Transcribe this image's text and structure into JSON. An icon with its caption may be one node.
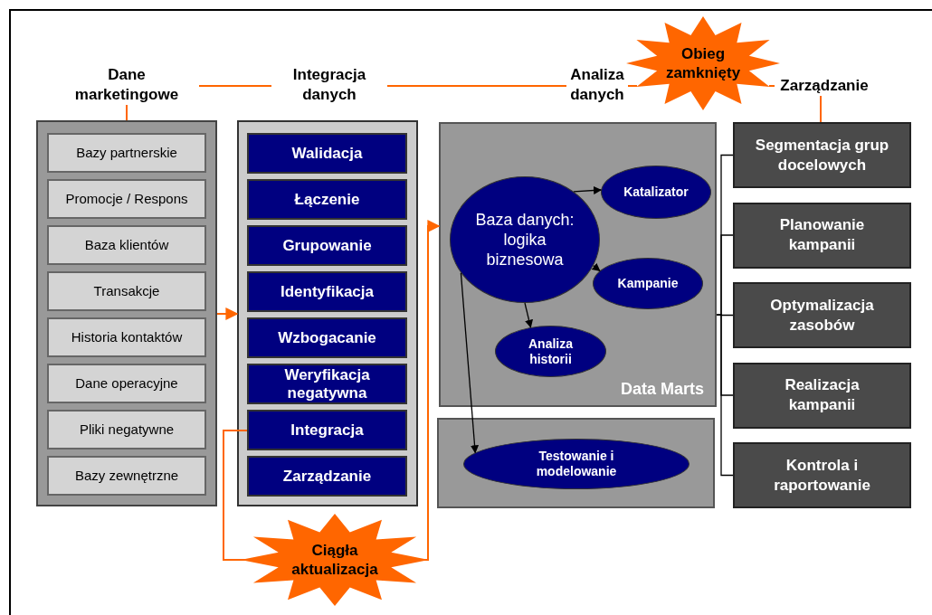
{
  "diagram": {
    "nodes": [
      {
        "text": [
          "Dane marketingowe"
        ]
      },
      {
        "text": [
          "Integracja danych"
        ]
      },
      {
        "text": [
          "Analiza danych"
        ]
      },
      {
        "text": [
          "Obieg zamknięty"
        ]
      },
      {
        "text": [
          "Zarządzanie"
        ]
      },
      {
        "text": [],
        "shape": "box"
      },
      {
        "text": [
          "Bazy partnerskie"
        ],
        "in": 5
      },
      {
        "text": [
          "Promocje / Respons"
        ],
        "in": 5
      },
      {
        "text": [
          "Baza klientów"
        ],
        "in": 5
      },
      {
        "text": [
          "Transakcje"
        ],
        "in": 5
      },
      {
        "text": [
          "Historia kontaktów"
        ],
        "in": 5
      },
      {
        "text": [
          "Dane operacyjne"
        ],
        "in": 5
      },
      {
        "text": [
          "Pliki negatywne"
        ],
        "in": 5
      },
      {
        "text": [
          "Bazy zewnętrzne"
        ],
        "in": 5
      },
      {
        "text": [],
        "shape": "box"
      },
      {
        "text": [
          "Walidacja"
        ],
        "in": 14
      },
      {
        "text": [
          "Łączenie"
        ],
        "in": 14
      },
      {
        "text": [
          "Grupowanie"
        ],
        "in": 14
      },
      {
        "text": [
          "Identyfikacja"
        ],
        "in": 14
      },
      {
        "text": [
          "Wzbogacanie"
        ],
        "in": 14
      },
      {
        "text": [
          "Weryfikacja negatywna"
        ],
        "in": 14
      },
      {
        "text": [
          "Integracja"
        ],
        "in": 14
      },
      {
        "text": [
          "Zarządzanie"
        ],
        "in": 14
      },
      {
        "text": [
          "Data Marts"
        ]
      },
      {
        "text": [
          "Baza danych: logika biznesowa"
        ],
        "in": 23
      },
      {
        "text": [
          "Katalizator"
        ],
        "in": 23
      },
      {
        "text": [
          "Kampanie"
        ],
        "in": 23
      },
      {
        "text": [
          "Analiza historii"
        ],
        "in": 23
      },
      {
        "text": [],
        "shape": "box"
      },
      {
        "text": [
          "Testowanie i modelowanie"
        ],
        "in": 28
      },
      {
        "text": [
          "Ciągła aktualizacja"
        ]
      },
      {
        "text": [
          "Segmentacja grup docelowych"
        ]
      },
      {
        "text": [
          "Planowanie kampanii"
        ]
      },
      {
        "text": [
          "Optymalizacja zasobów"
        ]
      },
      {
        "text": [
          "Realizacja kampanii"
        ]
      },
      {
        "text": [
          "Kontrola i raportowanie"
        ]
      }
    ],
    "edges": [
      {
        "from": 0,
        "to": 1,
        "arrow": "none",
        "color": "#ff6600"
      },
      {
        "from": 1,
        "to": 2,
        "arrow": "none",
        "color": "#ff6600"
      },
      {
        "from": 2,
        "to": 3,
        "arrow": "none",
        "color": "#ff6600"
      },
      {
        "from": 3,
        "to": 4,
        "arrow": "none",
        "color": "#ff6600"
      },
      {
        "from": 0,
        "to": 5,
        "arrow": "none",
        "color": "#ff6600"
      },
      {
        "from": 4,
        "to": 31,
        "arrow": "none",
        "color": "#ff6600"
      },
      {
        "from": 5,
        "to": 14,
        "arrow": "to",
        "color": "#ff6600"
      },
      {
        "from": 21,
        "to": 30,
        "arrow": "none",
        "color": "#ff6600"
      },
      {
        "from": 30,
        "to": 23,
        "arrow": "to",
        "color": "#ff6600"
      },
      {
        "from": 24,
        "to": 25,
        "arrow": "to",
        "color": "#000000"
      },
      {
        "from": 24,
        "to": 26,
        "arrow": "to",
        "color": "#000000"
      },
      {
        "from": 24,
        "to": 27,
        "arrow": "to",
        "color": "#000000"
      },
      {
        "from": 24,
        "to": 29,
        "arrow": "to",
        "color": "#000000"
      },
      {
        "from": 23,
        "to": 31,
        "arrow": "none",
        "color": "#000000"
      },
      {
        "from": 23,
        "to": 32,
        "arrow": "none",
        "color": "#000000"
      },
      {
        "from": 23,
        "to": 33,
        "arrow": "none",
        "color": "#000000"
      },
      {
        "from": 23,
        "to": 34,
        "arrow": "none",
        "color": "#000000"
      },
      {
        "from": 23,
        "to": 35,
        "arrow": "none",
        "color": "#000000"
      }
    ]
  }
}
